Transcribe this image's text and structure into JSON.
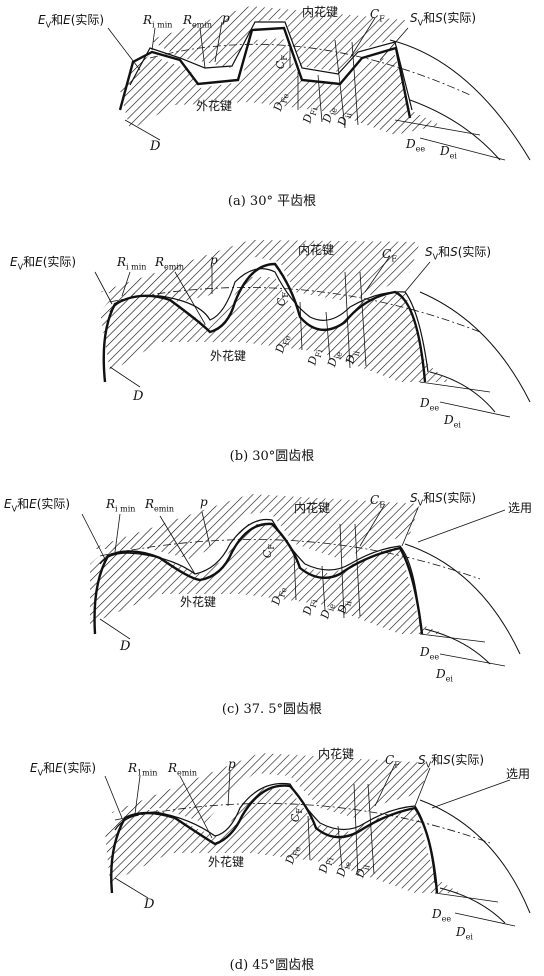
{
  "panels": [
    {
      "caption": "(a)  30° 平齿根",
      "labels": {
        "ev_e": "E",
        "ev_sub": "V",
        "and_e": "和",
        "e2": "E",
        "actual": "(实际)",
        "ri": "R",
        "ri_sub": "i min",
        "re": "R",
        "re_sub": "emin",
        "p": "p",
        "inner_key": "内花键",
        "cf": "C",
        "cf_sub": "F",
        "sv": "S",
        "sv_sub": "V",
        "and_s": "和",
        "s2": "S",
        "actual2": "(实际)",
        "outer_key": "外花键",
        "d": "D",
        "cf_small": "C",
        "cf_small_sub": "F",
        "dfe": "D",
        "dfe_sub": "Fe",
        "dfi": "D",
        "dfi_sub": "Fi",
        "die": "D",
        "die_sub": "ie",
        "dii": "D",
        "dii_sub": "ii",
        "dee": "D",
        "dee_sub": "ee",
        "dei": "D",
        "dei_sub": "ei"
      }
    },
    {
      "caption": "(b)  30°圆齿根",
      "labels": {
        "ev_e": "E",
        "ev_sub": "V",
        "and_e": "和",
        "e2": "E",
        "actual": "(实际)",
        "ri": "R",
        "ri_sub": "i min",
        "re": "R",
        "re_sub": "emin",
        "p": "p",
        "inner_key": "内花键",
        "cf": "C",
        "cf_sub": "F",
        "sv": "S",
        "sv_sub": "V",
        "and_s": "和",
        "s2": "S",
        "actual2": "(实际)",
        "outer_key": "外花键",
        "d": "D",
        "cf_small": "C",
        "cf_small_sub": "F",
        "dfe": "D",
        "dfe_sub": "Fe",
        "dfi": "D",
        "dfi_sub": "Fi",
        "die": "D",
        "die_sub": "ie",
        "dii": "D",
        "dii_sub": "ii",
        "dee": "D",
        "dee_sub": "ee",
        "dei": "D",
        "dei_sub": "ei"
      }
    },
    {
      "caption": "(c)  37. 5°圆齿根",
      "labels": {
        "ev_e": "E",
        "ev_sub": "V",
        "and_e": "和",
        "e2": "E",
        "actual": "(实际)",
        "ri": "R",
        "ri_sub": "i min",
        "re": "R",
        "re_sub": "emin",
        "p": "p",
        "inner_key": "内花键",
        "cf": "C",
        "cf_sub": "F",
        "sv": "S",
        "sv_sub": "V",
        "and_s": "和",
        "s2": "S",
        "actual2": "(实际)",
        "optional": "选用",
        "outer_key": "外花键",
        "d": "D",
        "cf_small": "C",
        "cf_small_sub": "F",
        "dfe": "D",
        "dfe_sub": "Fe",
        "dfi": "D",
        "dfi_sub": "Fi",
        "die": "D",
        "die_sub": "ie",
        "dii": "D",
        "dii_sub": "ii",
        "dee": "D",
        "dee_sub": "ee",
        "dei": "D",
        "dei_sub": "ei"
      }
    },
    {
      "caption": "(d)  45°圆齿根",
      "labels": {
        "ev_e": "E",
        "ev_sub": "V",
        "and_e": "和",
        "e2": "E",
        "actual": "(实际)",
        "ri": "R",
        "ri_sub": "1min",
        "re": "R",
        "re_sub": "emin",
        "p": "p",
        "inner_key": "内花键",
        "cf": "C",
        "cf_sub": "F",
        "sv": "S",
        "sv_sub": "V",
        "and_s": "和",
        "s2": "S",
        "actual2": "(实际)",
        "optional": "选用",
        "outer_key": "外花键",
        "d": "D",
        "cf_small": "C",
        "cf_small_sub": "F",
        "dfe": "D",
        "dfe_sub": "Fe",
        "dfi": "D",
        "dfi_sub": "Fi",
        "die": "D",
        "die_sub": "ie",
        "dii": "D",
        "dii_sub": "ii",
        "dee": "D",
        "dee_sub": "ee",
        "dei": "D",
        "dei_sub": "ei"
      }
    }
  ]
}
